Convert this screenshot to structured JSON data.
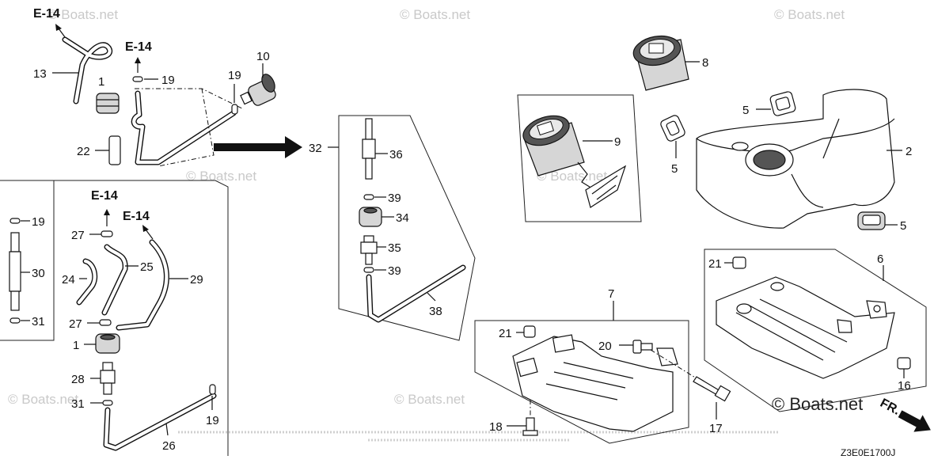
{
  "diagram": {
    "ref_labels": {
      "e14_a": "E-14",
      "e14_b": "E-14",
      "e14_c": "E-14",
      "e14_d": "E-14",
      "n13": "13",
      "n1a": "1",
      "n19a": "19",
      "n19b": "19",
      "n10": "10",
      "n22": "22",
      "n32": "32",
      "n36": "36",
      "n39a": "39",
      "n34": "34",
      "n35": "35",
      "n39b": "39",
      "n38": "38",
      "n8": "8",
      "n9": "9",
      "n5a": "5",
      "n5b": "5",
      "n5c": "5",
      "n2": "2",
      "n6": "6",
      "n21a": "21",
      "n16": "16",
      "n7": "7",
      "n21b": "21",
      "n20": "20",
      "n17": "17",
      "n18": "18",
      "n19c": "19",
      "n30": "30",
      "n31a": "31",
      "n27a": "27",
      "n24": "24",
      "n25": "25",
      "n29": "29",
      "n27b": "27",
      "n1b": "1",
      "n28": "28",
      "n31b": "31",
      "n19d": "19",
      "n26": "26"
    },
    "watermarks": {
      "w1": "© Boats.net",
      "w2": "© Boats.net",
      "w3": "© Boats.net",
      "w4": "© Boats.net",
      "w5": "© Boats.net",
      "w6": "© Boats.net",
      "w7": "© Boats.net",
      "w8": "© Boats.net"
    },
    "front_marker": "FR.",
    "diagram_code": "Z3E0E1700J"
  },
  "colors": {
    "line": "#111111",
    "watermark": "#c9c9c9",
    "background": "#ffffff"
  }
}
